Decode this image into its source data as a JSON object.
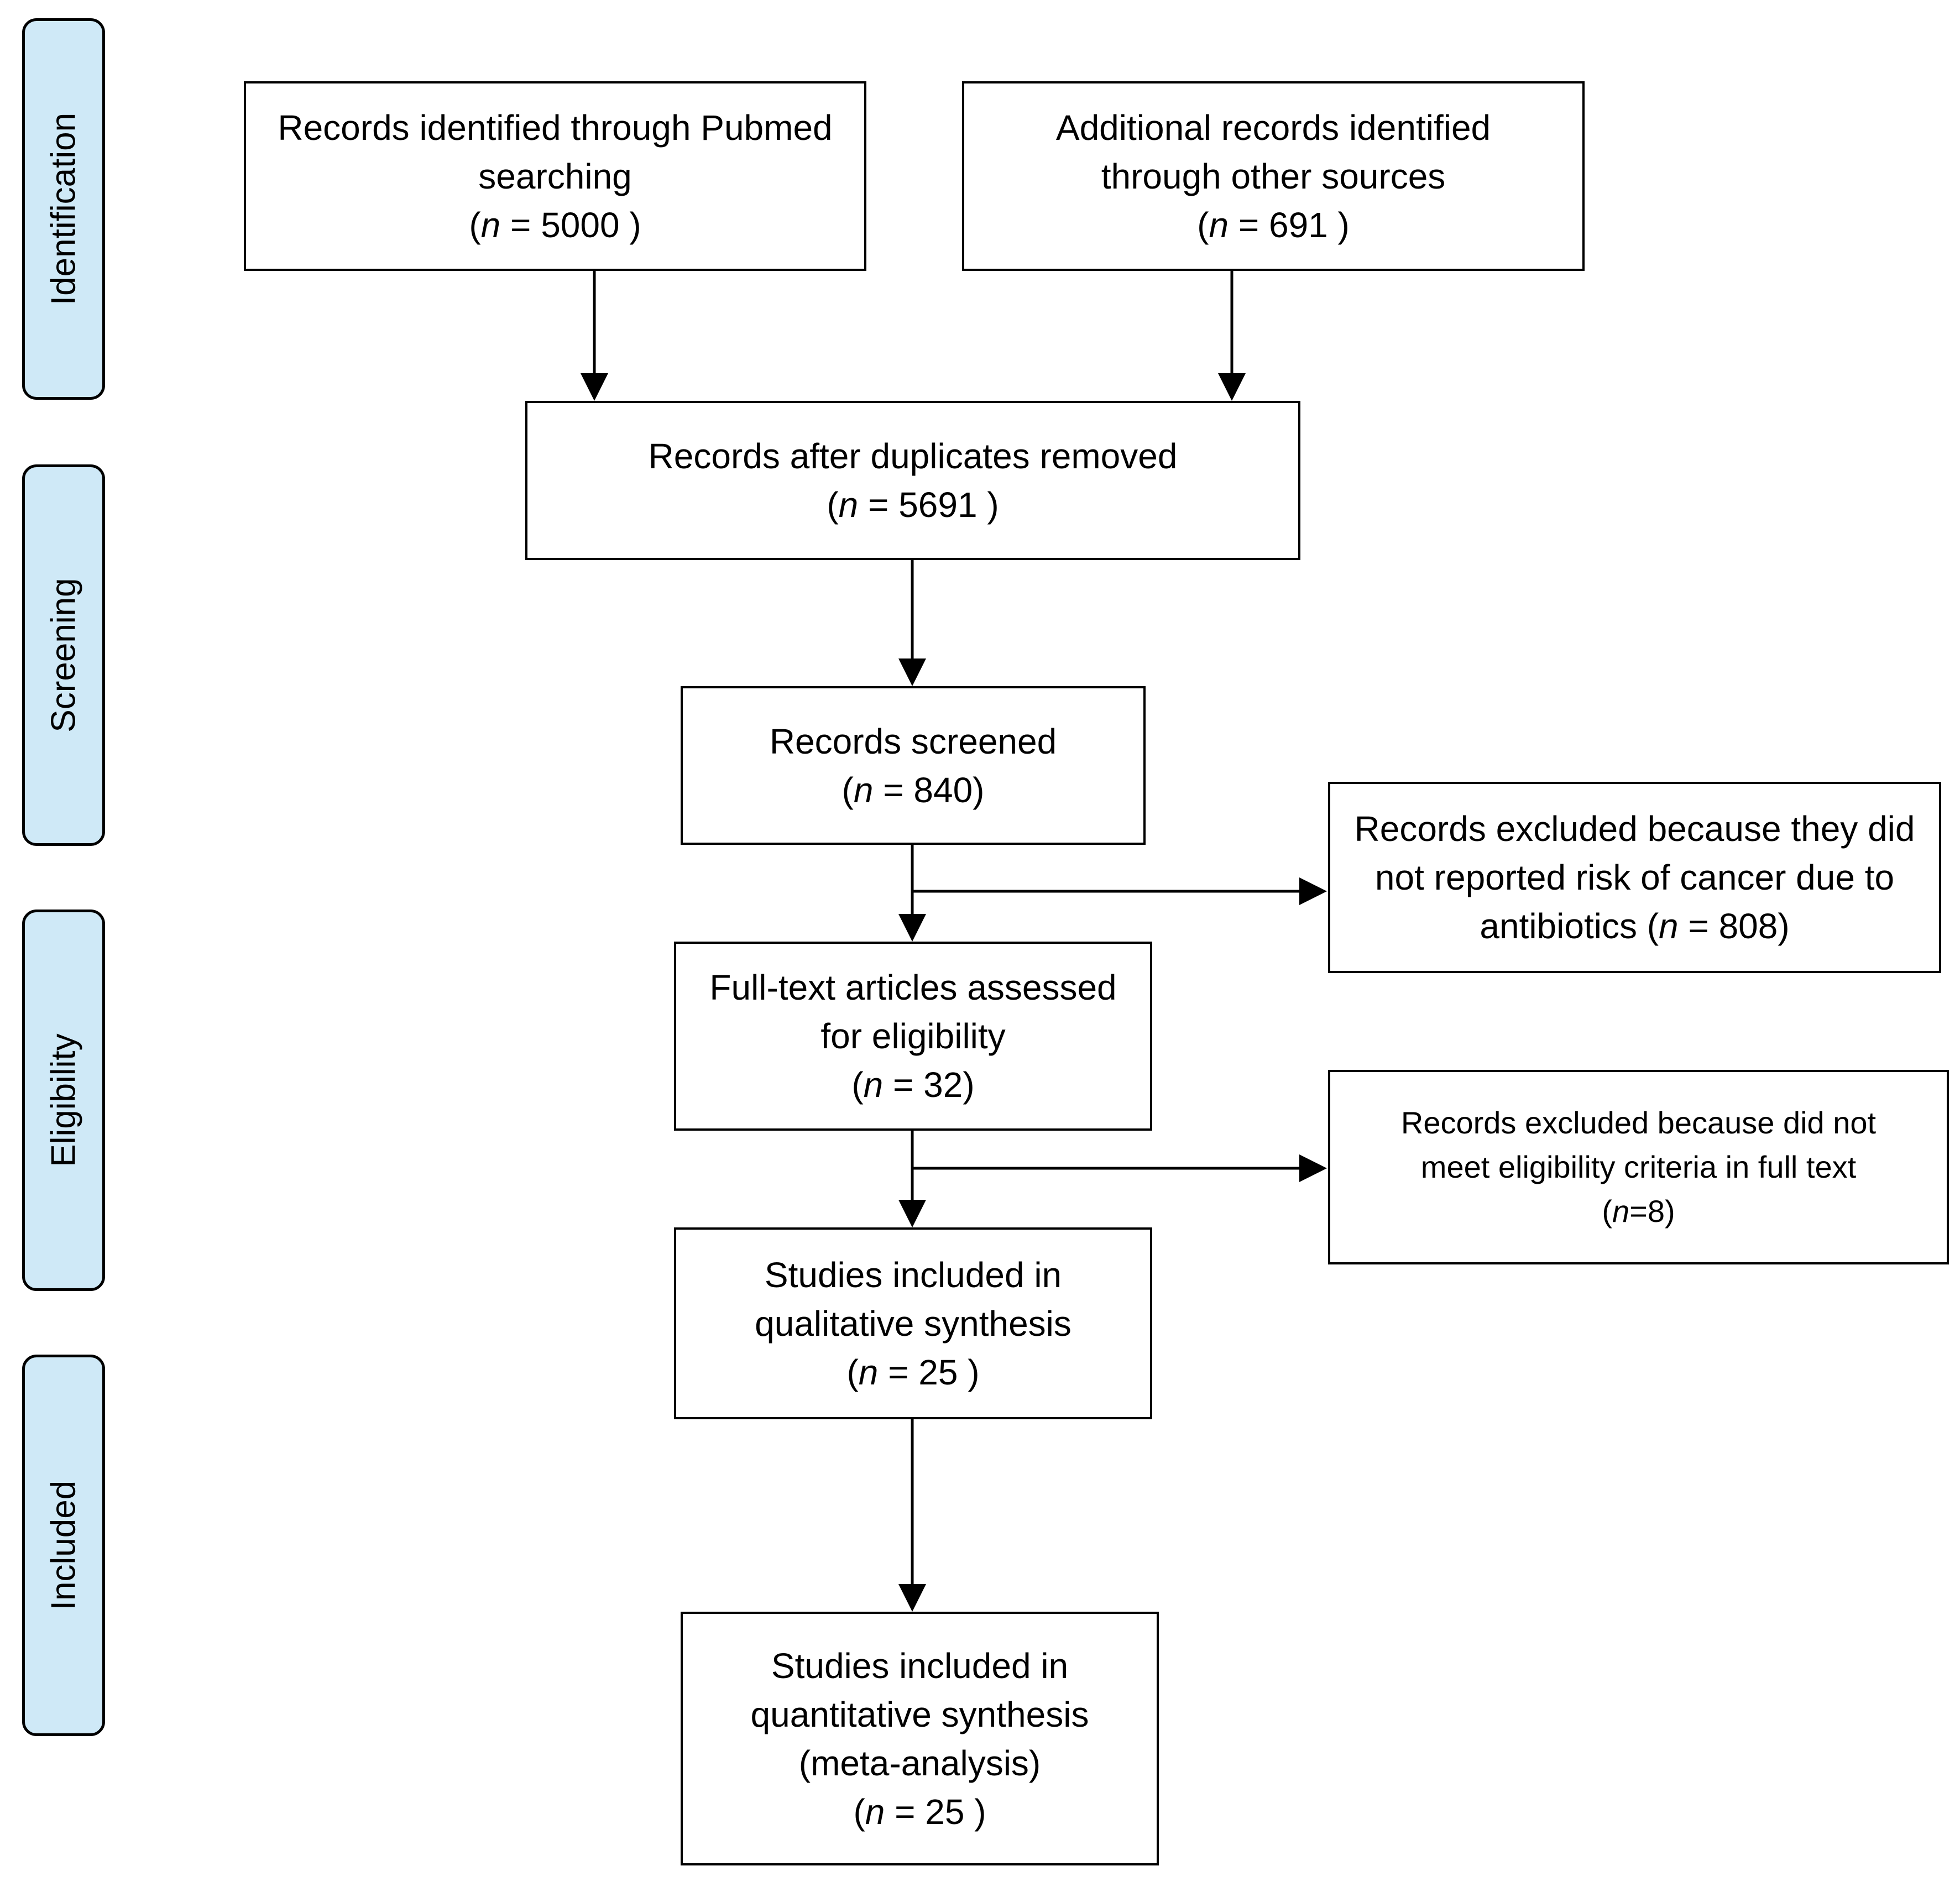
{
  "stages": [
    {
      "id": "identification",
      "label": "Identification"
    },
    {
      "id": "screening",
      "label": "Screening"
    },
    {
      "id": "eligibility",
      "label": "Eligibility"
    },
    {
      "id": "included",
      "label": "Included"
    }
  ],
  "n_symbol": "n",
  "boxes": {
    "pubmed": {
      "lines": [
        "Records identified through Pubmed",
        "searching"
      ],
      "n_prefix": "(",
      "n_value": "5000 )"
    },
    "other_sources": {
      "lines": [
        "Additional records identified",
        "through other sources"
      ],
      "n_prefix": "(",
      "n_value": "691 )"
    },
    "duplicates_removed": {
      "lines": [
        "Records after duplicates removed"
      ],
      "n_prefix": "(",
      "n_value": "5691 )"
    },
    "screened": {
      "lines": [
        "Records screened"
      ],
      "n_prefix": "(",
      "n_value": "840)"
    },
    "excluded_screening": {
      "lines": [
        "Records excluded because they did",
        "not reported risk of cancer due to"
      ],
      "n_prefix": "antibiotics (",
      "n_value": "808)"
    },
    "fulltext": {
      "lines": [
        "Full-text articles assessed",
        "for eligibility"
      ],
      "n_prefix": "(",
      "n_value": "32)"
    },
    "excluded_fulltext": {
      "lines": [
        "Records excluded because did not",
        "meet eligibility criteria in full text"
      ],
      "n_prefix": "(",
      "n_value": "8)"
    },
    "qualitative": {
      "lines": [
        "Studies included in",
        "qualitative synthesis"
      ],
      "n_prefix": "(",
      "n_value": "25 )"
    },
    "quantitative": {
      "lines": [
        "Studies included in",
        "quantitative synthesis",
        "(meta-analysis)"
      ],
      "n_prefix": "(",
      "n_value": "25 )"
    }
  }
}
